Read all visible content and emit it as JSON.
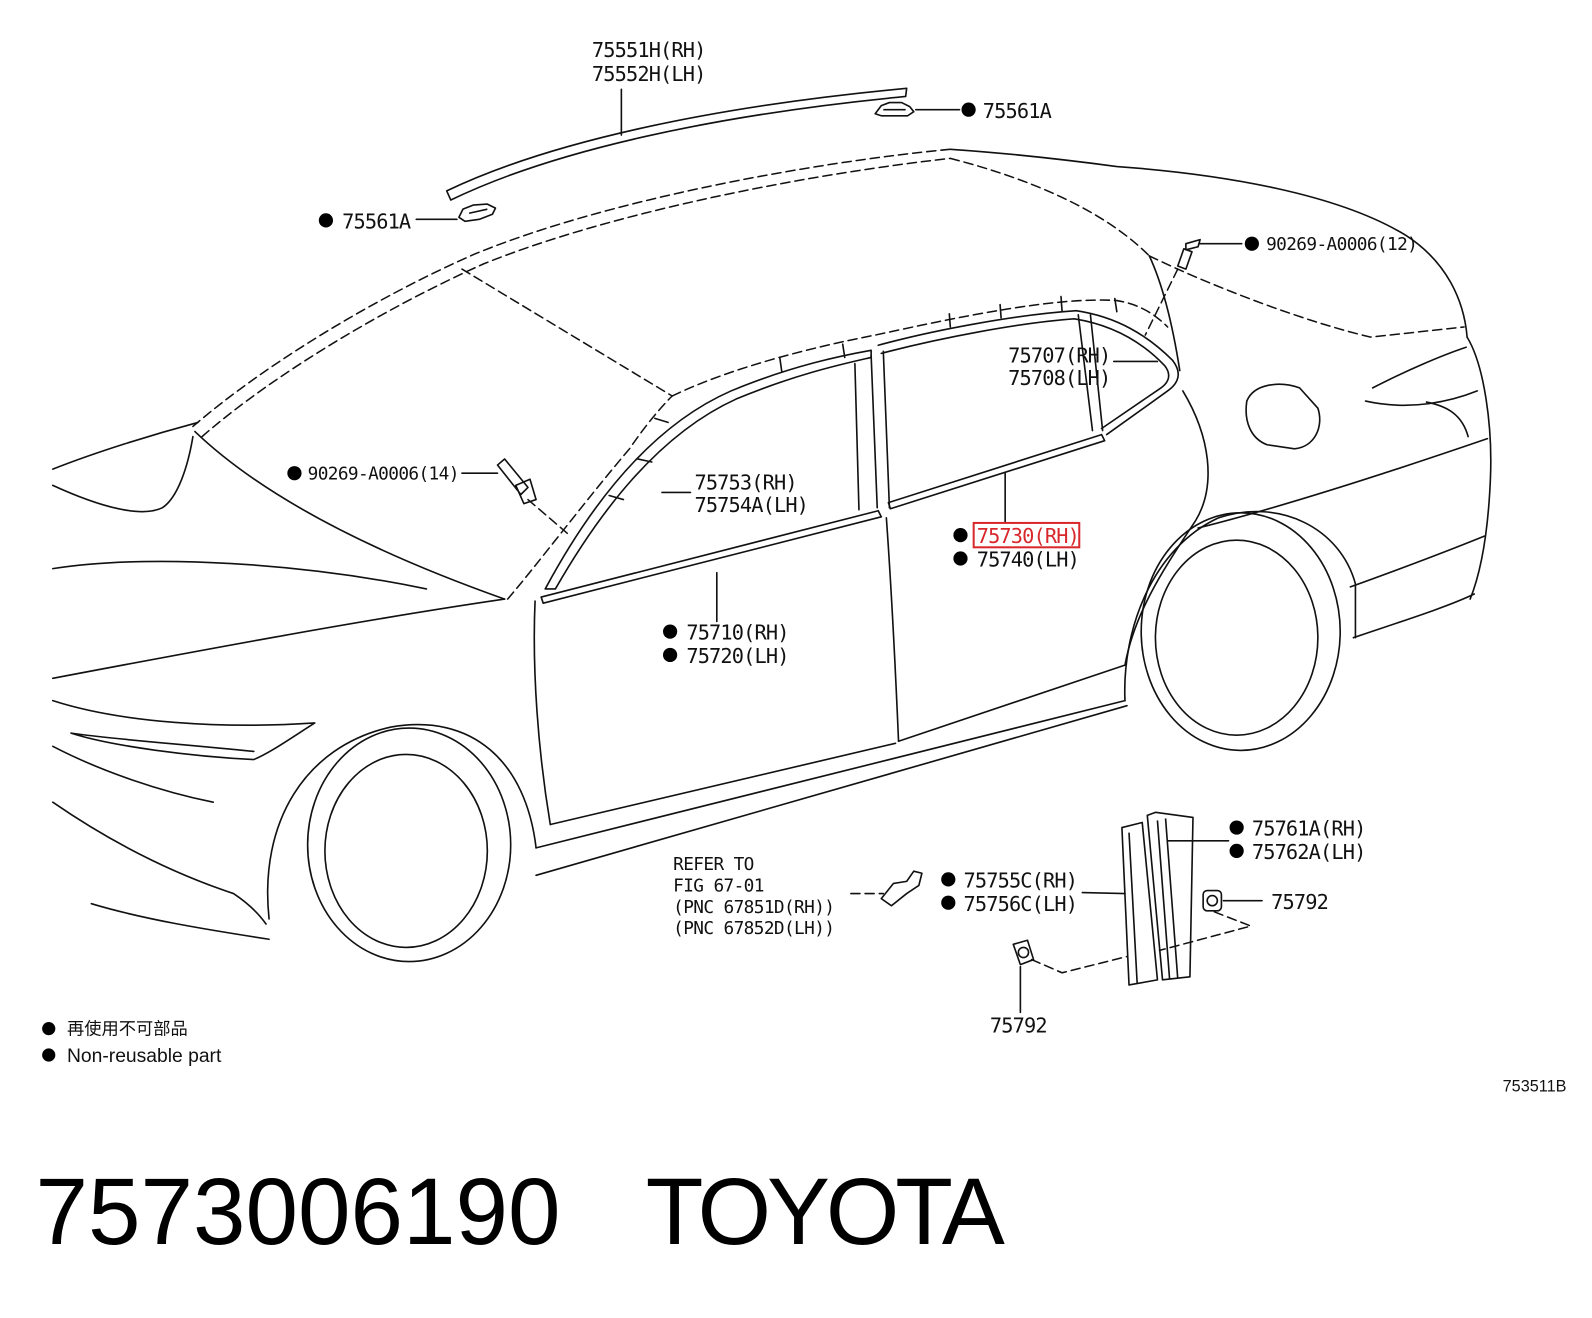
{
  "diagram": {
    "highlight_color": "#d8282c",
    "callouts": {
      "roof_molding": {
        "rh": "75551H(RH)",
        "lh": "75552H(LH)"
      },
      "roof_clip_right": "75561A",
      "roof_clip_left": "75561A",
      "rear_clip": "90269-A0006(12)",
      "rear_window_molding": {
        "rh": "75707(RH)",
        "lh": "75708(LH)"
      },
      "front_clip": "90269-A0006(14)",
      "front_window_molding": {
        "rh": "75753(RH)",
        "lh": "75754A(LH)"
      },
      "rear_belt_molding": {
        "rh": "75730(RH)",
        "lh": "75740(LH)"
      },
      "front_belt_molding": {
        "rh": "75710(RH)",
        "lh": "75720(LH)"
      },
      "pillar_garnish": {
        "rh": "75761A(RH)",
        "lh": "75762A(LH)"
      },
      "bracket": {
        "rh": "75755C(RH)",
        "lh": "75756C(LH)"
      },
      "garnish_clip_right": "75792",
      "garnish_clip_bottom": "75792"
    },
    "reference_note": [
      "REFER TO",
      "FIG 67-01",
      "(PNC 67851D(RH))",
      "(PNC 67852D(LH))"
    ],
    "legend": {
      "label_ja": "再使用不可部品",
      "label_en": "Non-reusable part"
    },
    "figure_code": "753511B"
  },
  "caption": {
    "part_number": "7573006190",
    "brand": "TOYOTA"
  }
}
